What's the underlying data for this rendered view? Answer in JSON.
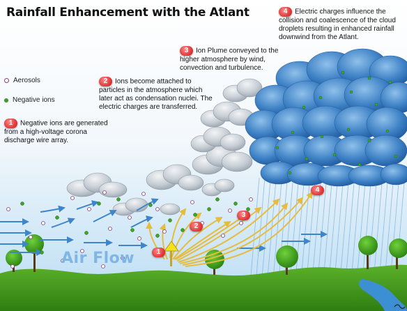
{
  "title": "Rainfall Enhancement with the Atlant",
  "legend": {
    "aerosols": "Aerosols",
    "negative_ions": "Negative ions"
  },
  "steps": [
    {
      "number": "1",
      "text": "Negative ions are generated from a high-voltage corona discharge wire array."
    },
    {
      "number": "2",
      "text": "Ions become attached to particles in the atmosphere which later act as condensation nuclei. The electric charges are transferred."
    },
    {
      "number": "3",
      "text": "Ion Plume conveyed to the higher atmosphere by wind, convection and turbulence."
    },
    {
      "number": "4",
      "text": "Electric charges influence the collision and coalescence of the cloud droplets resulting in enhanced rainfall downwind from the Atlant."
    }
  ],
  "airflow_label": "Air Flow",
  "colors": {
    "sky_top": "#ffffff",
    "sky_bottom": "#bfe0f5",
    "cloud_dark": "#2e6fb5",
    "cloud_light": "#6ea3d6",
    "grey_cloud": "#c9d0d6",
    "grass": "#3f9a1e",
    "plume_arrow": "#e8c04a",
    "airflow_arrow": "#3f86c9",
    "badge": "#e23b3b"
  }
}
